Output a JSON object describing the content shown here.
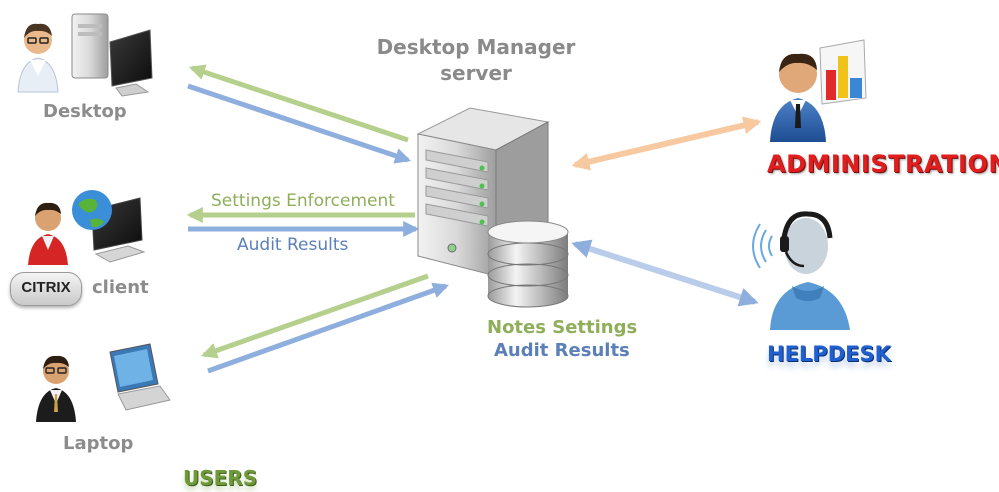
{
  "server": {
    "title_line1": "Desktop Manager",
    "title_line2": "server"
  },
  "users": {
    "group_label": "USERS",
    "desktop": {
      "label": "Desktop"
    },
    "client": {
      "label": "client",
      "brand": "CITRIX"
    },
    "laptop": {
      "label": "Laptop"
    }
  },
  "flows": {
    "settings_label": "Settings Enforcement",
    "audit_label": "Audit Results"
  },
  "database": {
    "line1": "Notes Settings",
    "line2": "Audit Results"
  },
  "roles": {
    "administration": "ADMINISTRATION",
    "helpdesk": "HELPDESK"
  },
  "colors": {
    "green_arrow": "#b5cf8c",
    "blue_arrow": "#8eaedd",
    "orange_arrow": "#f7c9a0",
    "admin_text": "#e11d1d",
    "helpdesk_text": "#1f5fcf",
    "users_text": "#6f9a3a"
  },
  "icons": [
    "person-icon",
    "desktop-computer-icon",
    "globe-monitor-icon",
    "laptop-icon",
    "server-tower-icon",
    "database-icon",
    "bar-chart-icon",
    "headset-person-icon"
  ]
}
